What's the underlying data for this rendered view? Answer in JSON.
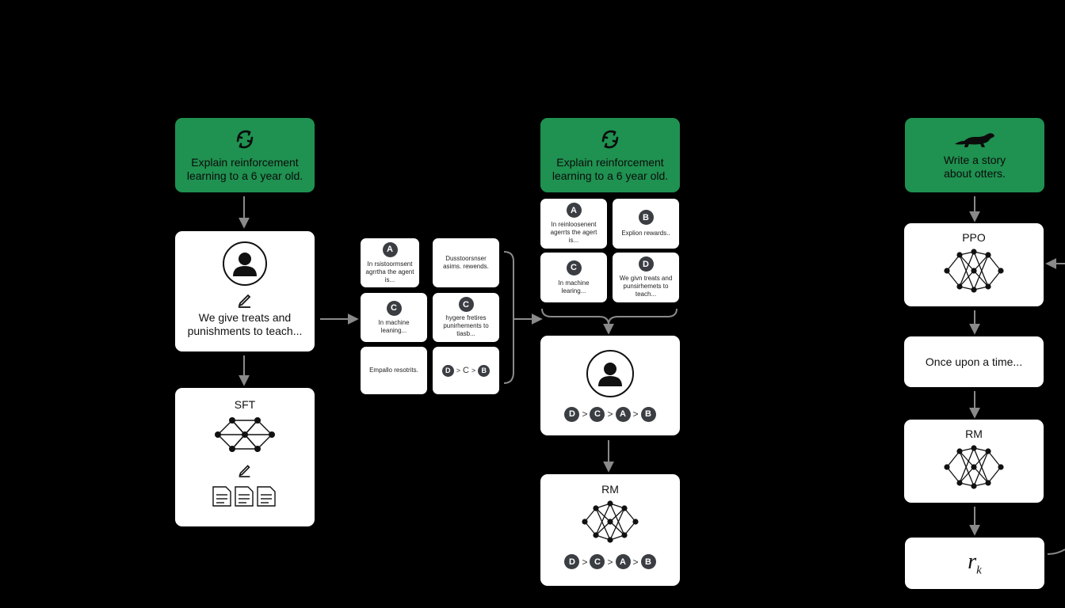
{
  "step1": {
    "prompt": {
      "text": "Explain reinforcement learning to a 6 year old.",
      "icon": "refresh-icon"
    },
    "labeler": {
      "icon": "user-icon",
      "pencil": "pencil-icon",
      "text": "We give treats and punishments to teach..."
    },
    "model": {
      "title": "SFT",
      "icons": [
        "network-icon",
        "pencil-icon",
        "document-icon"
      ]
    }
  },
  "sampling": {
    "cards": [
      {
        "badge": "A",
        "text": "In rsistoormsent agrrtha the agent is..."
      },
      {
        "badge": "",
        "text": "Dusstoorsnser asims. rewends."
      },
      {
        "badge": "C",
        "text": "In machine leaning..."
      },
      {
        "badge": "C",
        "text": "hygere fretires punirhements to tiasb..."
      },
      {
        "badge": "",
        "text": "Empallo resotrits."
      }
    ],
    "ranking": [
      "D",
      "C",
      "B"
    ]
  },
  "step2": {
    "prompt": {
      "text": "Explain reinforcement learning to a 6 year old.",
      "icon": "refresh-icon"
    },
    "cards": [
      {
        "badge": "A",
        "text": "In reinloosenent agerrts the agert is..."
      },
      {
        "badge": "B",
        "text": "Explion rewards.."
      },
      {
        "badge": "C",
        "text": "In machine learing..."
      },
      {
        "badge": "D",
        "text": "We givn treats and punsirhemets to teach..."
      }
    ],
    "labeler": {
      "icon": "user-icon",
      "ranking": [
        "D",
        "C",
        "A",
        "B"
      ]
    },
    "rm": {
      "title": "RM",
      "ranking": [
        "D",
        "C",
        "A",
        "B"
      ]
    }
  },
  "step3": {
    "prompt": {
      "text": "Write a story about otters.",
      "icon": "otter-icon"
    },
    "ppo": {
      "title": "PPO"
    },
    "output": {
      "text": "Once upon a time..."
    },
    "rm": {
      "title": "RM"
    },
    "reward": {
      "symbol": "r",
      "subscript": "k"
    }
  },
  "colors": {
    "background": "#000000",
    "prompt_green": "#1f9150",
    "badge": "#3a3d42",
    "arrow": "#8a8a8a"
  }
}
